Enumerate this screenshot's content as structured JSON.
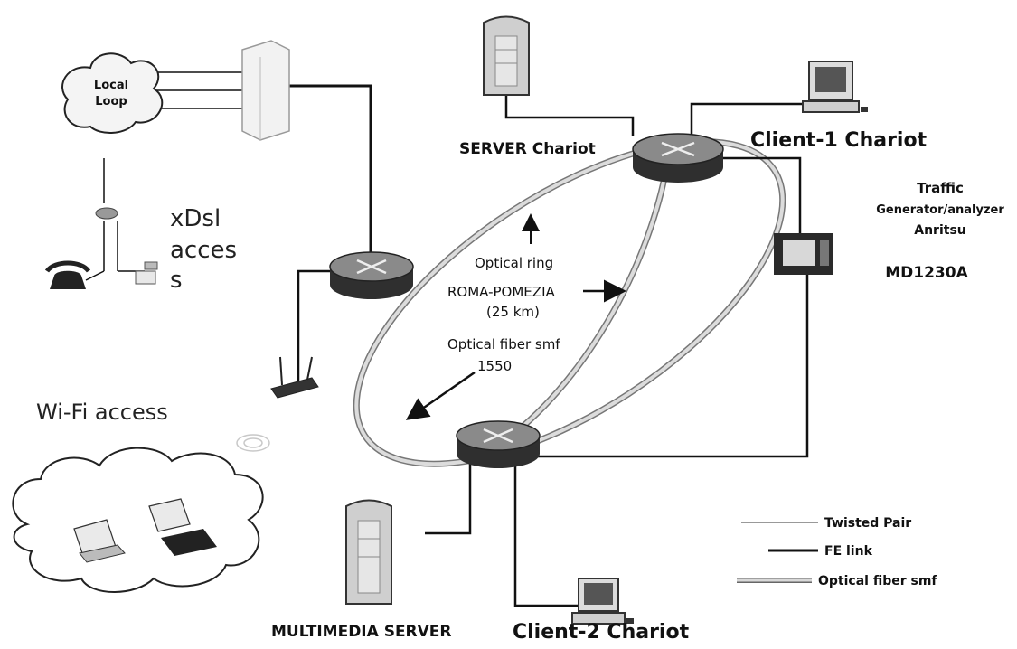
{
  "labels": {
    "local_loop_line1": "Local",
    "local_loop_line2": "Loop",
    "xdsl_line1": "xDsl",
    "xdsl_line2": "acces",
    "xdsl_line3": "s",
    "wifi_access": "Wi-Fi access",
    "server_chariot": "SERVER Chariot",
    "client1_chariot": "Client-1 Chariot",
    "client2_chariot": "Client-2 Chariot",
    "multimedia_server": "MULTIMEDIA SERVER",
    "traffic_line1": "Traffic",
    "traffic_line2": "Generator/analyzer",
    "traffic_line3": "Anritsu",
    "traffic_model": "MD1230A",
    "optical_ring": "Optical ring",
    "roma_pomezia": "ROMA-POMEZIA",
    "distance": "(25 km)",
    "optical_fiber_line1": "Optical fiber smf",
    "optical_fiber_line2": "1550"
  },
  "legend": [
    {
      "label": "Twisted Pair",
      "style": "thin"
    },
    {
      "label": "FE link",
      "style": "thick"
    },
    {
      "label": "Optical fiber smf",
      "style": "fiber"
    }
  ],
  "colors": {
    "line": "#111111",
    "fiber_fill": "#bdbdbd",
    "router_body": "#3a3a3a",
    "router_top": "#9a9a9a",
    "server": "#cfcfcf"
  }
}
